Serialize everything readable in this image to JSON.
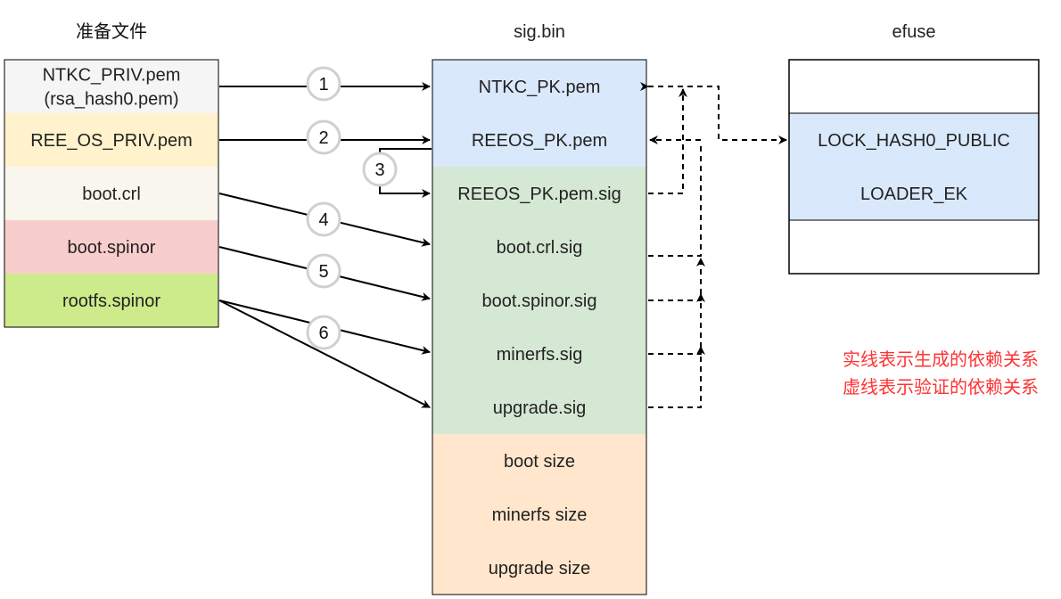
{
  "titles": {
    "left": "准备文件",
    "middle": "sig.bin",
    "right": "efuse"
  },
  "left_items": [
    {
      "lines": [
        "NTKC_PRIV.pem",
        "(rsa_hash0.pem)"
      ],
      "fill": "#f5f5f5",
      "text_color": "#555555"
    },
    {
      "lines": [
        "REE_OS_PRIV.pem"
      ],
      "fill": "#fff2cc",
      "text_color": "#222222"
    },
    {
      "lines": [
        "boot.crl"
      ],
      "fill": "#f9f7ed",
      "text_color": "#222222"
    },
    {
      "lines": [
        "boot.spinor"
      ],
      "fill": "#f8cecc",
      "text_color": "#222222"
    },
    {
      "lines": [
        "rootfs.spinor"
      ],
      "fill": "#cdeb8b",
      "text_color": "#222222"
    }
  ],
  "sig_rows": [
    {
      "label": "NTKC_PK.pem",
      "fill": "#dae8fc"
    },
    {
      "label": "REEOS_PK.pem",
      "fill": "#dae8fc"
    },
    {
      "label": "REEOS_PK.pem.sig",
      "fill": "#d5e8d4"
    },
    {
      "label": "boot.crl.sig",
      "fill": "#d5e8d4"
    },
    {
      "label": "boot.spinor.sig",
      "fill": "#d5e8d4"
    },
    {
      "label": "minerfs.sig",
      "fill": "#d5e8d4"
    },
    {
      "label": "upgrade.sig",
      "fill": "#d5e8d4"
    },
    {
      "label": "boot size",
      "fill": "#ffe6cc"
    },
    {
      "label": "minerfs size",
      "fill": "#ffe6cc"
    },
    {
      "label": "upgrade size",
      "fill": "#ffe6cc"
    }
  ],
  "efuse_rows": [
    {
      "label": "",
      "fill": "#ffffff"
    },
    {
      "label": "LOCK_HASH0_PUBLIC",
      "fill": "#dae8fc"
    },
    {
      "label": "LOADER_EK",
      "fill": "#dae8fc"
    },
    {
      "label": "",
      "fill": "#ffffff"
    }
  ],
  "step_numbers": [
    "1",
    "2",
    "3",
    "4",
    "5",
    "6"
  ],
  "legend": {
    "solid": "实线表示生成的依赖关系",
    "dashed": "虚线表示验证的依赖关系",
    "color": "#ff3333"
  }
}
